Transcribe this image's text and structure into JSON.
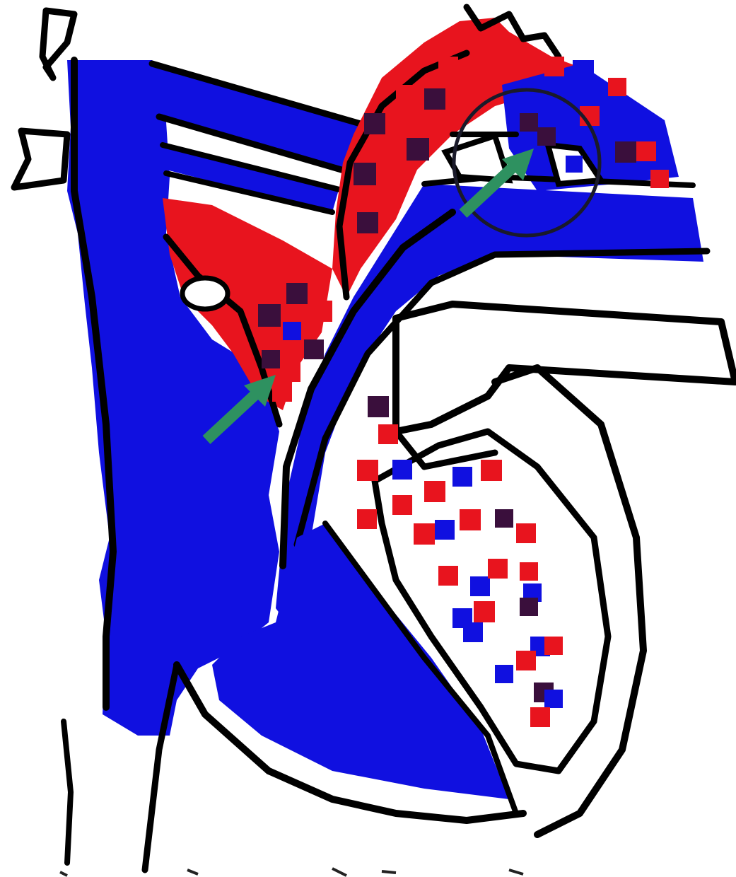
{
  "diagram": {
    "subject": "heart-circulation-diagram",
    "colors": {
      "background": "#ffffff",
      "deoxygenated": "#1010e0",
      "oxygenated": "#e8141e",
      "mixed_dark": "#3a0f3c",
      "arrow": "#2e9160",
      "outline": "#000000"
    },
    "arrows": [
      {
        "id": "arrow-to-foramen-ovale",
        "direction": "up-right"
      },
      {
        "id": "arrow-to-ductus-arteriosus",
        "direction": "up-right"
      }
    ],
    "highlight": {
      "id": "ductus-arteriosus-circle",
      "shape": "circle"
    }
  }
}
